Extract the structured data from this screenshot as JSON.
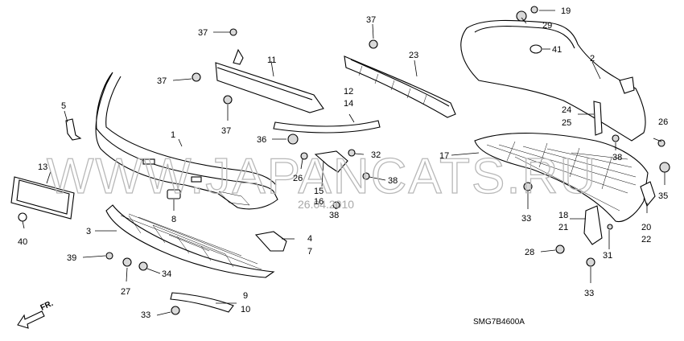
{
  "watermark": "WWW.JAPANCATS.RU",
  "date_stamp": "26.04.2010",
  "diagram_code": "SMG7B4600A",
  "direction_label": "FR.",
  "callouts": {
    "n1": "1",
    "n2": "2",
    "n3": "3",
    "n4": "4",
    "n5": "5",
    "n7": "7",
    "n8": "8",
    "n9": "9",
    "n10": "10",
    "n11": "11",
    "n12": "12",
    "n13": "13",
    "n14": "14",
    "n15": "15",
    "n16": "16",
    "n17": "17",
    "n18": "18",
    "n19": "19",
    "n20": "20",
    "n21": "21",
    "n22": "22",
    "n23": "23",
    "n24": "24",
    "n25": "25",
    "n26a": "26",
    "n26b": "26",
    "n27": "27",
    "n28": "28",
    "n29": "29",
    "n31": "31",
    "n32": "32",
    "n33a": "33",
    "n33b": "33",
    "n33c": "33",
    "n34": "34",
    "n35": "35",
    "n36": "36",
    "n37a": "37",
    "n37b": "37",
    "n37c": "37",
    "n37d": "37",
    "n38a": "38",
    "n38b": "38",
    "n38c": "38",
    "n39": "39",
    "n40": "40",
    "n41": "41"
  }
}
